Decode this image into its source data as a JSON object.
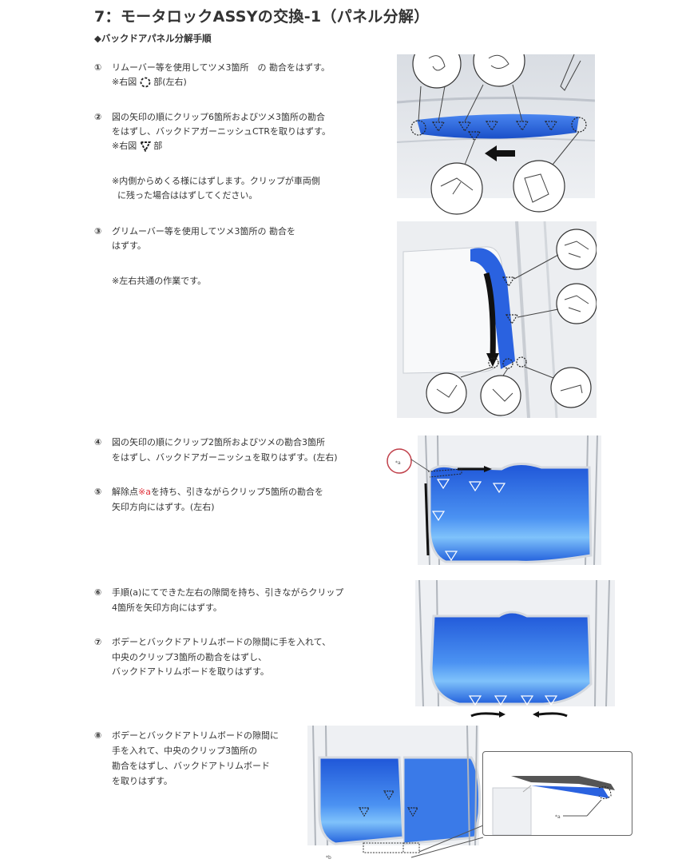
{
  "document": {
    "title": "7：モータロックASSYの交換-1（パネル分解）",
    "section_heading": "◆バックドアパネル分解手順",
    "accent_blue": "#2a62e0",
    "callout_red": "#c0404a"
  },
  "steps": [
    {
      "num": "①",
      "lines": [
        "リムーバー等を使用してツメ3箇所　の 勘合をはずす。"
      ],
      "note_prefix": "※右図",
      "note_suffix": "部(左右)",
      "note_icon": "dashed-circle-icon"
    },
    {
      "num": "②",
      "lines": [
        "図の矢印の順にクリップ6箇所およびツメ3箇所の勘合",
        "をはずし、バックドアガーニッシュCTRを取りはずす。"
      ],
      "note_prefix": "※右図",
      "note_suffix": "部",
      "note_icon": "dashed-triangle-icon",
      "extra_note": [
        "※内側からめくる様にはずします。クリップが車両側",
        "に残った場合ははずしてください。"
      ]
    },
    {
      "num": "③",
      "lines": [
        "グリムーバー等を使用してツメ3箇所の 勘合を",
        "はずす。"
      ],
      "extra_note": [
        "※左右共通の作業です。"
      ]
    },
    {
      "num": "④",
      "lines": [
        "図の矢印の順にクリップ2箇所およびツメの勘合3箇所",
        "をはずし、バックドアガーニッシュを取りはずす。(左右)"
      ]
    },
    {
      "num": "⑤",
      "line1_prefix": "解除点",
      "line1_red": "※a",
      "line1_suffix": "を持ち、引きながらクリップ5箇所の勘合を",
      "lines": [
        "矢印方向にはずす。(左右)"
      ]
    },
    {
      "num": "⑥",
      "lines": [
        "手順(a)にてできた左右の隙間を持ち、引きながらクリップ",
        "4箇所を矢印方向にはずす。"
      ]
    },
    {
      "num": "⑦",
      "lines": [
        "ボデーとバックドアトリムボードの隙間に手を入れて、",
        "中央のクリップ3箇所の勘合をはずし、",
        "バックドアトリムボードを取りはずす。"
      ]
    },
    {
      "num": "⑧",
      "lines": [
        "ボデーとバックドアトリムボードの隙間に",
        "手を入れて、中央のクリップ3箇所の",
        "勘合をはずし、バックドアトリムボード",
        "を取りはずす。"
      ]
    }
  ],
  "figures": {
    "fig1": {
      "label": "garnish-ctr-clip-diagram",
      "callout_count": 4,
      "clip_count": 6
    },
    "fig2": {
      "label": "side-garnish-diagram",
      "callout_count": 5
    },
    "fig3": {
      "label": "trim-board-release-point-diagram",
      "callout_text": "*a"
    },
    "fig4": {
      "label": "trim-board-bottom-clips-diagram"
    },
    "fig5": {
      "label": "trim-board-center-clips-diagram",
      "callout_text": "*b",
      "detail_callout_text": "*a"
    }
  }
}
